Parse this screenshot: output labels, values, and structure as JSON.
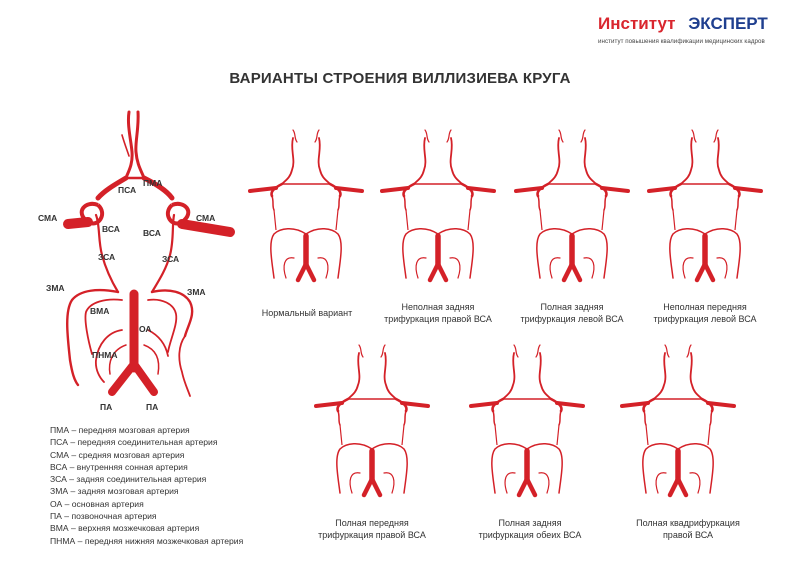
{
  "logo": {
    "part_a": "Институт",
    "part_b": "ЭКСПЕРТ",
    "subtitle": "институт повышения квалификации медицинских кадров",
    "colors": {
      "red": "#d9262e",
      "blue": "#1f3f8f"
    }
  },
  "title": "ВАРИАНТЫ СТРОЕНИЯ ВИЛЛИЗИЕВА КРУГА",
  "main_labels": {
    "pma": "ПМА",
    "psa": "ПСА",
    "sma_left": "СМА",
    "sma_right": "СМА",
    "vsa_left": "ВСА",
    "vsa_right": "ВСА",
    "zsa_left": "ЗСА",
    "zsa_right": "ЗСА",
    "zma_left": "ЗМА",
    "zma_right": "ЗМА",
    "vma": "ВМА",
    "oa": "ОА",
    "pnma": "ПНМА",
    "pa_left": "ПА",
    "pa_right": "ПА"
  },
  "variants": [
    {
      "caption": "Нормальный вариант"
    },
    {
      "caption": "Неполная задняя\nтрифуркация правой ВСА"
    },
    {
      "caption": "Полная задняя\nтрифуркация левой ВСА"
    },
    {
      "caption": "Неполная передняя\nтрифуркация левой ВСА"
    },
    {
      "caption": "Полная передняя\nтрифуркация правой ВСА"
    },
    {
      "caption": "Полная задняя\nтрифуркация обеих ВСА"
    },
    {
      "caption": "Полная квадрифуркация\nправой ВСА"
    }
  ],
  "legend": [
    "ПМА – передняя мозговая артерия",
    "ПСА – передняя соединительная артерия",
    "СМА – средняя мозговая артерия",
    "ВСА – внутренняя сонная артерия",
    "ЗСА – задняя соединительная артерия",
    "ЗМА – задняя мозговая артерия",
    "ОА – основная артерия",
    "ПА – позвоночная артерия",
    "ВМА – верхняя мозжечковая артерия",
    "ПНМА – передняя нижняя мозжечковая артерия"
  ],
  "colors": {
    "artery": "#d42128",
    "text": "#333333"
  }
}
